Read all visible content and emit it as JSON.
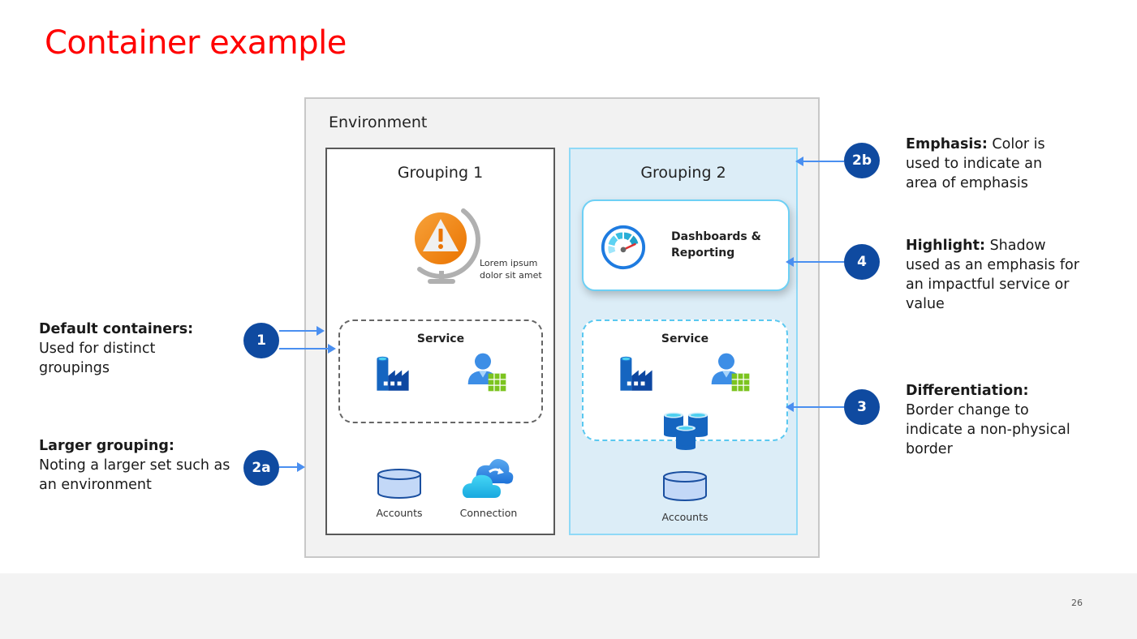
{
  "slide": {
    "title": "Container example",
    "page_number": "26"
  },
  "diagram": {
    "environment_label": "Environment",
    "grouping1": {
      "title": "Grouping 1",
      "alert_caption_line1": "Lorem ipsum",
      "alert_caption_line2": "dolor sit amet",
      "service_label": "Service",
      "items": [
        {
          "label": "Accounts",
          "icon": "database-icon"
        },
        {
          "label": "Connection",
          "icon": "cloud-sync-icon"
        }
      ]
    },
    "grouping2": {
      "title": "Grouping 2",
      "highlight_card_line1": "Dashboards &",
      "highlight_card_line2": "Reporting",
      "service_label": "Service",
      "items": [
        {
          "label": "Accounts",
          "icon": "database-icon"
        }
      ]
    }
  },
  "callouts": [
    {
      "badge": "1",
      "heading": "Default containers:",
      "text": "Used for distinct groupings"
    },
    {
      "badge": "2a",
      "heading": "Larger grouping:",
      "text": "Noting a larger set such as an environment"
    },
    {
      "badge": "2b",
      "heading": "Emphasis:",
      "text": "Color is used to indicate an area of emphasis"
    },
    {
      "badge": "4",
      "heading": "Highlight:",
      "text": "Shadow used as an emphasis for an impactful service or value"
    },
    {
      "badge": "3",
      "heading": "Differentiation:",
      "text": "Border change to indicate a non-physical border"
    }
  ],
  "colors": {
    "title": "#ff0000",
    "badge": "#0f4aa0",
    "arrow": "#4a8ff0",
    "emphasis_fill": "#dcedf7",
    "emphasis_border": "#8fd9f7"
  }
}
